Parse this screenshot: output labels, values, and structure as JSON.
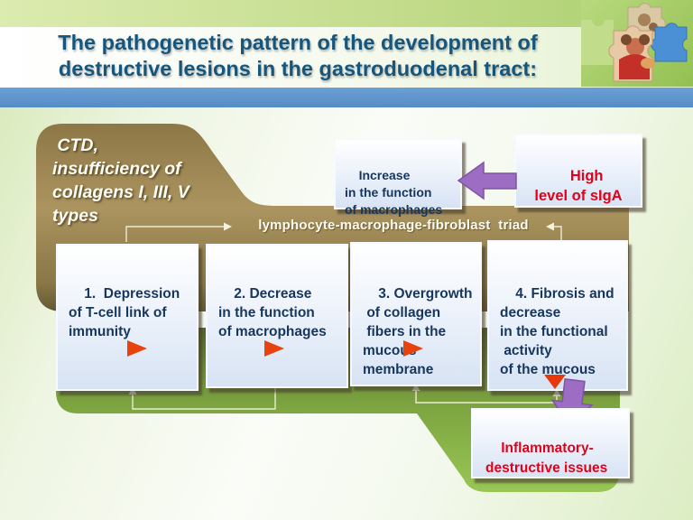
{
  "slide": {
    "title_line1": "The pathogenetic pattern of the development of",
    "title_line2": "destructive lesions in the gastroduodenal tract:",
    "cause_blob_text": " CTD,\ninsufficiency of\ncollagens I, III, V\ntypes",
    "triad_label": "lymphocyte-macrophage-fibroblast  triad",
    "increase_box_text": "Increase\nin the function\nof macrophages",
    "siga_box_text": "High\nlevel of sIgA",
    "process_boxes": [
      {
        "text": "1.  Depression\nof T-cell link of\nimmunity"
      },
      {
        "text": "2. Decrease\nin the function\nof macrophages"
      },
      {
        "text": "3. Overgrowth\n of collagen\n fibers in the\nmucous\nmembrane"
      },
      {
        "text": "4. Fibrosis and\ndecrease\nin the functional\n activity\nof the mucous"
      }
    ],
    "outcome_box_text": "Inflammatory-\ndestructive issues",
    "colors": {
      "title_text": "#17567c",
      "divider_bar": "#5f97cd",
      "box_text": "#17365d",
      "alert_text": "#e3001b",
      "purple_arrow": "#9d6cc3",
      "marker_triangle": "#e8420e",
      "brown_blob": "#a8915c",
      "green_blob": "#7fa243"
    }
  }
}
